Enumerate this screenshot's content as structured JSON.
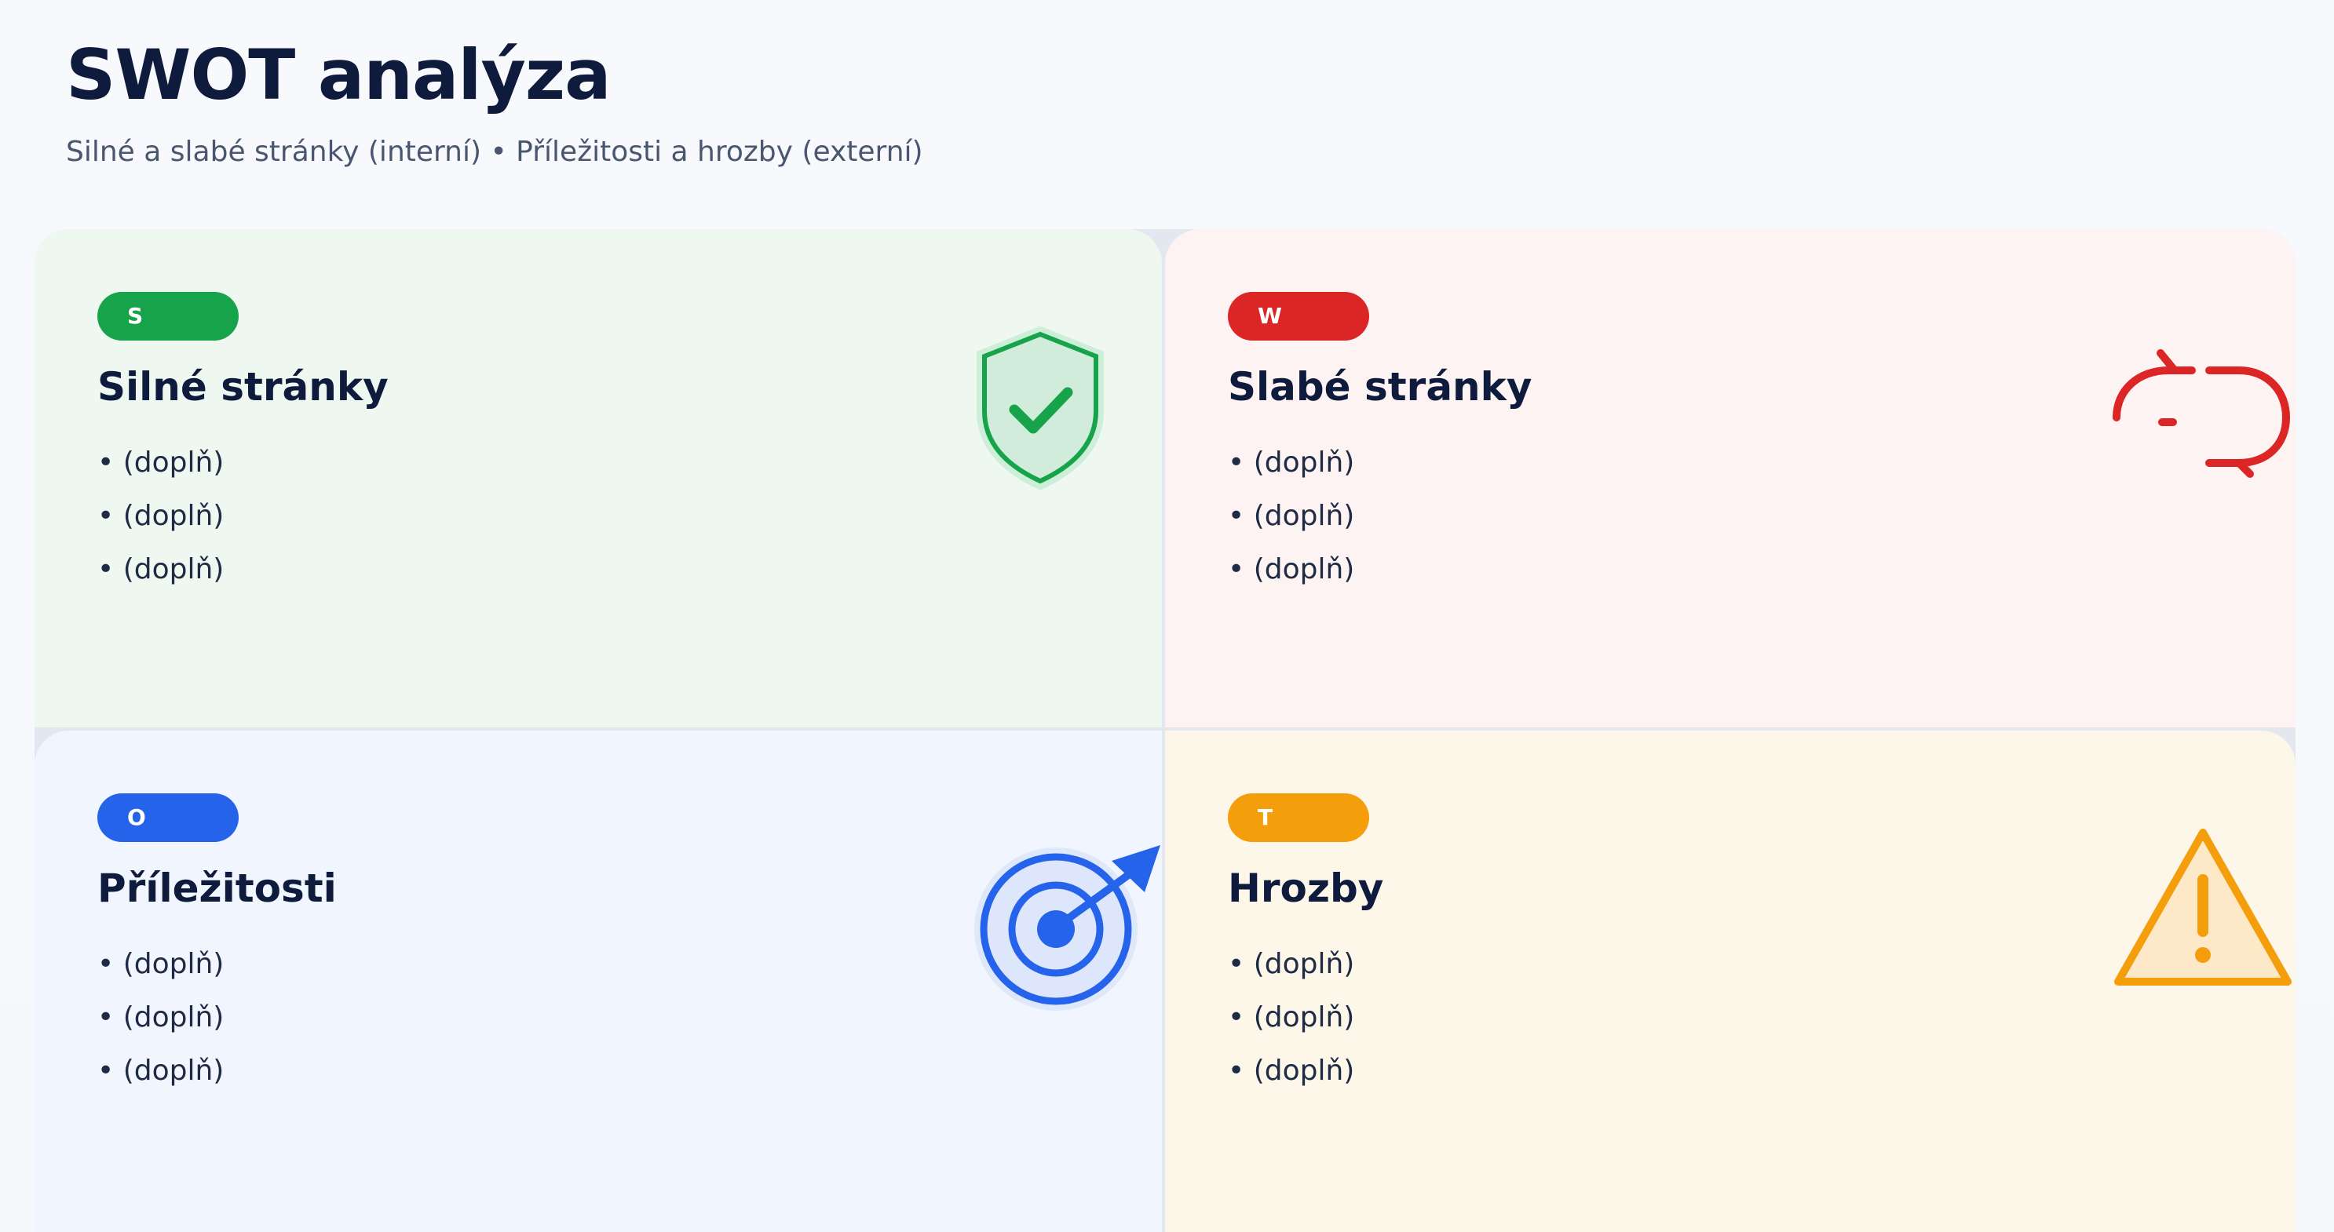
{
  "header": {
    "title": "SWOT analýza",
    "subtitle": "Silné a slabé stránky (interní) • Příležitosti a hrozby (externí)"
  },
  "quadrants": [
    {
      "key": "s",
      "badge": "S",
      "title": "Silné stránky",
      "color": "#16a34a",
      "background": "#eef8f1",
      "icon": "shield-check-icon",
      "items": [
        "(doplň)",
        "(doplň)",
        "(doplň)"
      ]
    },
    {
      "key": "w",
      "badge": "W",
      "title": "Slabé stránky",
      "color": "#dc2626",
      "background": "#fdf3f3",
      "icon": "broken-link-icon",
      "items": [
        "(doplň)",
        "(doplň)",
        "(doplň)"
      ]
    },
    {
      "key": "o",
      "badge": "O",
      "title": "Příležitosti",
      "color": "#2563eb",
      "background": "#f1f5fd",
      "icon": "target-arrow-icon",
      "items": [
        "(doplň)",
        "(doplň)",
        "(doplň)"
      ]
    },
    {
      "key": "t",
      "badge": "T",
      "title": "Hrozby",
      "color": "#f59e0b",
      "background": "#fdf7ea",
      "icon": "warning-triangle-icon",
      "items": [
        "(doplň)",
        "(doplň)",
        "(doplň)"
      ]
    }
  ]
}
